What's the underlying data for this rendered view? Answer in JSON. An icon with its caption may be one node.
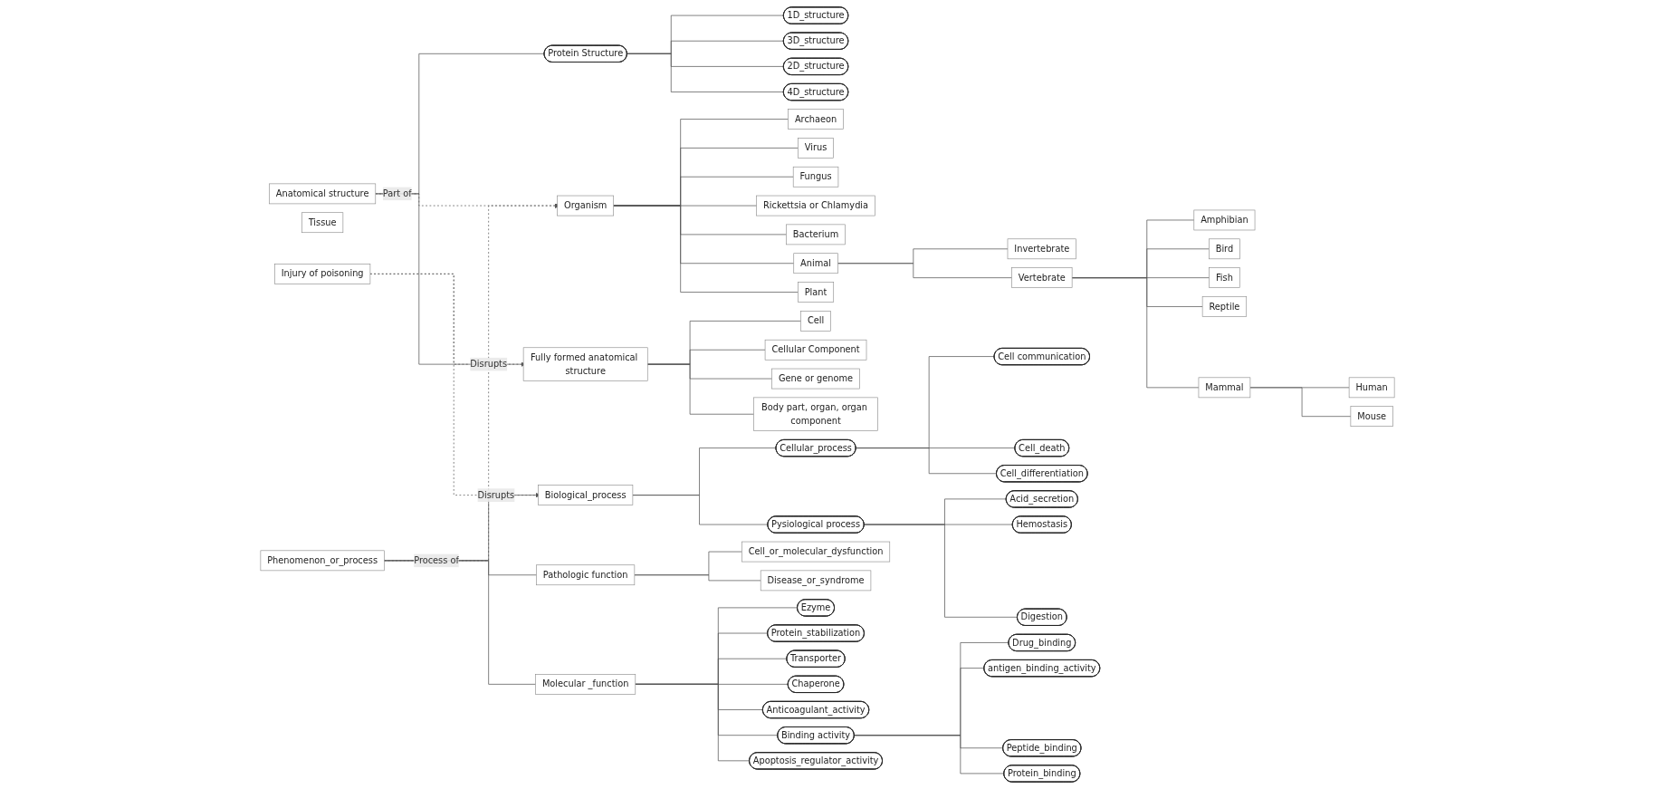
{
  "diagram": {
    "nodes": [
      {
        "text": [
          "Organism"
        ]
      },
      {
        "text": [
          "Archaeon"
        ]
      },
      {
        "text": [
          "Virus"
        ]
      },
      {
        "text": [
          "Fungus"
        ]
      },
      {
        "text": [
          "Rickettsia or Chlamydia"
        ]
      },
      {
        "text": [
          "Bacterium"
        ]
      },
      {
        "text": [
          "Animal"
        ]
      },
      {
        "text": [
          "Plant"
        ]
      },
      {
        "text": [
          "Invertebrate"
        ]
      },
      {
        "text": [
          "Vertebrate"
        ]
      },
      {
        "text": [
          "Amphibian"
        ]
      },
      {
        "text": [
          "Bird"
        ]
      },
      {
        "text": [
          "Fish"
        ]
      },
      {
        "text": [
          "Reptile"
        ]
      },
      {
        "text": [
          "Mammal"
        ]
      },
      {
        "text": [
          "Human"
        ]
      },
      {
        "text": [
          "Mouse"
        ]
      },
      {
        "text": [
          "Anatomical structure"
        ]
      },
      {
        "text": [
          "Protein Structure"
        ]
      },
      {
        "text": [
          "1D_structure"
        ]
      },
      {
        "text": [
          "3D_structure"
        ]
      },
      {
        "text": [
          "2D_structure"
        ]
      },
      {
        "text": [
          "4D_structure"
        ]
      },
      {
        "text": [
          "Fully formed anatomical structure"
        ]
      },
      {
        "text": [
          "Cell"
        ]
      },
      {
        "text": [
          "Tissue"
        ]
      },
      {
        "text": [
          "Cellular Component"
        ]
      },
      {
        "text": [
          "Gene or genome"
        ]
      },
      {
        "text": [
          "Body part, organ, organ component"
        ]
      },
      {
        "text": [
          "Injury of poisoning"
        ]
      },
      {
        "text": [
          "Phenomenon_or_process"
        ]
      },
      {
        "text": [
          "Biological_process"
        ]
      },
      {
        "text": [
          "Cellular_process"
        ]
      },
      {
        "text": [
          "Pysiological process"
        ]
      },
      {
        "text": [
          "Cell communication"
        ]
      },
      {
        "text": [
          "Acid_secretion"
        ]
      },
      {
        "text": [
          "Cell_death"
        ]
      },
      {
        "text": [
          "Hemostasis"
        ]
      },
      {
        "text": [
          "Cell_differentiation"
        ]
      },
      {
        "text": [
          "Digestion"
        ]
      },
      {
        "text": [
          "Pathologic function"
        ]
      },
      {
        "text": [
          "Cell_or_molecular_dysfunction"
        ]
      },
      {
        "text": [
          "Disease_or_syndrome"
        ]
      },
      {
        "text": [
          "Molecular _function"
        ]
      },
      {
        "text": [
          "Ezyme"
        ]
      },
      {
        "text": [
          "Protein_stabilization"
        ]
      },
      {
        "text": [
          "Transporter"
        ]
      },
      {
        "text": [
          "Chaperone"
        ]
      },
      {
        "text": [
          "Anticoagulant_activity"
        ]
      },
      {
        "text": [
          "Binding activity"
        ]
      },
      {
        "text": [
          "Apoptosis_regulator_activity"
        ]
      },
      {
        "text": [
          "Drug_binding"
        ]
      },
      {
        "text": [
          "antigen_binding_activity"
        ]
      },
      {
        "text": [
          "Peptide_binding"
        ]
      },
      {
        "text": [
          "Protein_binding"
        ]
      }
    ],
    "edges": [
      {
        "from": 17,
        "to": 0,
        "arrow": "to",
        "label": "Part of",
        "style": "dashed"
      },
      {
        "from": 30,
        "to": 0,
        "arrow": "to",
        "label": "Process of",
        "style": "dashed"
      },
      {
        "from": 0,
        "to": 1,
        "arrow": "none"
      },
      {
        "from": 0,
        "to": 2,
        "arrow": "none"
      },
      {
        "from": 0,
        "to": 3,
        "arrow": "none"
      },
      {
        "from": 0,
        "to": 4,
        "arrow": "none"
      },
      {
        "from": 0,
        "to": 5,
        "arrow": "none"
      },
      {
        "from": 0,
        "to": 6,
        "arrow": "none"
      },
      {
        "from": 0,
        "to": 7,
        "arrow": "none"
      },
      {
        "from": 6,
        "to": 8,
        "arrow": "none"
      },
      {
        "from": 6,
        "to": 9,
        "arrow": "none"
      },
      {
        "from": 9,
        "to": 10,
        "arrow": "none"
      },
      {
        "from": 9,
        "to": 11,
        "arrow": "none"
      },
      {
        "from": 9,
        "to": 12,
        "arrow": "none"
      },
      {
        "from": 9,
        "to": 13,
        "arrow": "none"
      },
      {
        "from": 9,
        "to": 14,
        "arrow": "none"
      },
      {
        "from": 14,
        "to": 15,
        "arrow": "none"
      },
      {
        "from": 14,
        "to": 16,
        "arrow": "none"
      },
      {
        "from": 17,
        "to": 18,
        "arrow": "none"
      },
      {
        "from": 17,
        "to": 23,
        "arrow": "none"
      },
      {
        "from": 18,
        "to": 19,
        "arrow": "none"
      },
      {
        "from": 18,
        "to": 20,
        "arrow": "none"
      },
      {
        "from": 18,
        "to": 21,
        "arrow": "none"
      },
      {
        "from": 18,
        "to": 22,
        "arrow": "none"
      },
      {
        "from": 23,
        "to": 24,
        "arrow": "none"
      },
      {
        "from": 23,
        "to": 26,
        "arrow": "none"
      },
      {
        "from": 23,
        "to": 27,
        "arrow": "none"
      },
      {
        "from": 23,
        "to": 28,
        "arrow": "none"
      },
      {
        "from": 29,
        "to": 23,
        "arrow": "to",
        "label": "Disrupts",
        "style": "dashed"
      },
      {
        "from": 29,
        "to": 31,
        "arrow": "to",
        "label": "Disrupts",
        "style": "dashed"
      },
      {
        "from": 30,
        "to": 31,
        "arrow": "none"
      },
      {
        "from": 30,
        "to": 40,
        "arrow": "none"
      },
      {
        "from": 30,
        "to": 43,
        "arrow": "none"
      },
      {
        "from": 31,
        "to": 32,
        "arrow": "none"
      },
      {
        "from": 31,
        "to": 33,
        "arrow": "none"
      },
      {
        "from": 32,
        "to": 34,
        "arrow": "none"
      },
      {
        "from": 32,
        "to": 36,
        "arrow": "none"
      },
      {
        "from": 32,
        "to": 38,
        "arrow": "none"
      },
      {
        "from": 33,
        "to": 35,
        "arrow": "none"
      },
      {
        "from": 33,
        "to": 37,
        "arrow": "none"
      },
      {
        "from": 33,
        "to": 39,
        "arrow": "none"
      },
      {
        "from": 40,
        "to": 41,
        "arrow": "none"
      },
      {
        "from": 40,
        "to": 42,
        "arrow": "none"
      },
      {
        "from": 43,
        "to": 44,
        "arrow": "none"
      },
      {
        "from": 43,
        "to": 45,
        "arrow": "none"
      },
      {
        "from": 43,
        "to": 46,
        "arrow": "none"
      },
      {
        "from": 43,
        "to": 47,
        "arrow": "none"
      },
      {
        "from": 43,
        "to": 48,
        "arrow": "none"
      },
      {
        "from": 43,
        "to": 49,
        "arrow": "none"
      },
      {
        "from": 43,
        "to": 50,
        "arrow": "none"
      },
      {
        "from": 49,
        "to": 51,
        "arrow": "none"
      },
      {
        "from": 49,
        "to": 52,
        "arrow": "none"
      },
      {
        "from": 49,
        "to": 53,
        "arrow": "none"
      },
      {
        "from": 49,
        "to": 54,
        "arrow": "none"
      }
    ]
  }
}
